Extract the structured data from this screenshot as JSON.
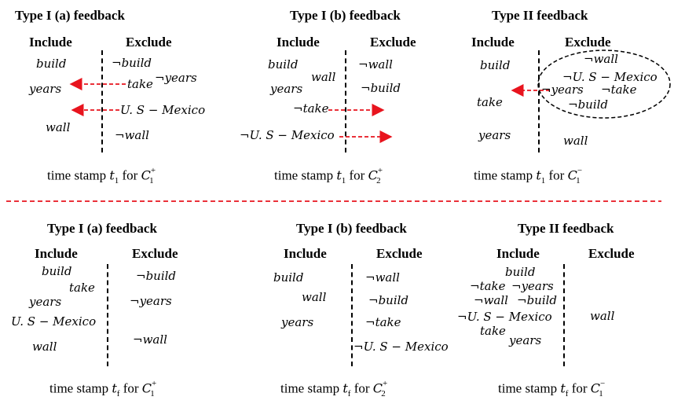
{
  "top": {
    "panel_a": {
      "title": "Type I (a) feedback",
      "include_header": "Include",
      "exclude_header": "Exclude",
      "include_terms": [
        "build",
        "years",
        "wall"
      ],
      "exclude_terms": [
        "¬build",
        "take",
        "¬years",
        "U. S − Mexico",
        "¬wall"
      ],
      "caption_text": "time stamp",
      "caption_t": "t",
      "caption_t_sub": "1",
      "caption_for": "for",
      "caption_c": "C",
      "caption_c_sub": "1",
      "caption_c_sup": "+"
    },
    "panel_b": {
      "title": "Type I (b) feedback",
      "include_header": "Include",
      "exclude_header": "Exclude",
      "include_terms": [
        "build",
        "wall",
        "years",
        "¬take",
        "¬U. S − Mexico"
      ],
      "exclude_terms": [
        "¬wall",
        "¬build"
      ],
      "caption_text": "time stamp",
      "caption_t": "t",
      "caption_t_sub": "1",
      "caption_for": "for",
      "caption_c": "C",
      "caption_c_sub": "2",
      "caption_c_sup": "+"
    },
    "panel_c": {
      "title": "Type II feedback",
      "include_header": "Include",
      "exclude_header": "Exclude",
      "include_terms": [
        "build",
        "take",
        "years"
      ],
      "exclude_terms": [
        "¬wall",
        "¬U. S − Mexico",
        "¬years",
        "¬take",
        "¬build",
        "wall"
      ],
      "caption_text": "time stamp",
      "caption_t": "t",
      "caption_t_sub": "1",
      "caption_for": "for",
      "caption_c": "C",
      "caption_c_sub": "1",
      "caption_c_sup": "−"
    }
  },
  "bottom": {
    "panel_a": {
      "title": "Type I (a) feedback",
      "include_header": "Include",
      "exclude_header": "Exclude",
      "include_terms": [
        "build",
        "take",
        "years",
        "U. S − Mexico",
        "wall"
      ],
      "exclude_terms": [
        "¬build",
        "¬years",
        "¬wall"
      ],
      "caption_text": "time stamp",
      "caption_t": "t",
      "caption_t_sub": "f",
      "caption_for": "for",
      "caption_c": "C",
      "caption_c_sub": "1",
      "caption_c_sup": "+"
    },
    "panel_b": {
      "title": "Type I (b) feedback",
      "include_header": "Include",
      "exclude_header": "Exclude",
      "include_terms": [
        "build",
        "wall",
        "years"
      ],
      "exclude_terms": [
        "¬wall",
        "¬build",
        "¬take",
        "¬U. S − Mexico"
      ],
      "caption_text": "time stamp",
      "caption_t": "t",
      "caption_t_sub": "f",
      "caption_for": "for",
      "caption_c": "C",
      "caption_c_sub": "2",
      "caption_c_sup": "+"
    },
    "panel_c": {
      "title": "Type II feedback",
      "include_header": "Include",
      "exclude_header": "Exclude",
      "include_terms": [
        "build",
        "¬take",
        "¬years",
        "¬wall",
        "¬build",
        "¬U. S − Mexico",
        "take",
        "years"
      ],
      "exclude_terms": [
        "wall"
      ],
      "caption_text": "time stamp",
      "caption_t": "t",
      "caption_t_sub": "f",
      "caption_for": "for",
      "caption_c": "C",
      "caption_c_sub": "1",
      "caption_c_sup": "−"
    }
  },
  "colors": {
    "arrow": "#e8141e",
    "divider": "#e8141e",
    "line": "#000000"
  }
}
